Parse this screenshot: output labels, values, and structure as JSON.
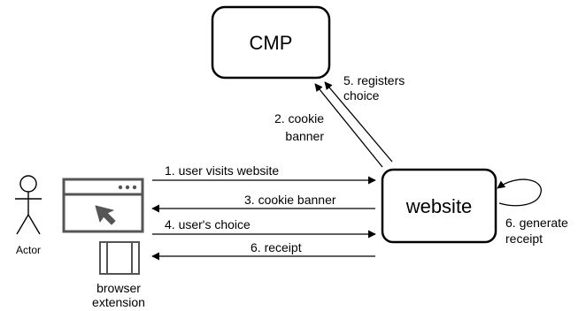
{
  "nodes": {
    "cmp": "CMP",
    "website": "website",
    "actor": "Actor",
    "browser_extension": [
      "browser",
      "extension"
    ]
  },
  "edges": {
    "cookie_banner_up": [
      "2. cookie",
      "banner"
    ],
    "registers_choice": [
      "5. registers",
      "choice"
    ],
    "user_visits": "1. user visits website",
    "cookie_banner": "3. cookie banner",
    "users_choice": "4. user's choice",
    "receipt": "6. receipt",
    "generate_receipt": [
      "6. generate",
      "receipt"
    ]
  },
  "icons": {
    "actor": "stick-figure-icon",
    "browser": "browser-window-icon",
    "cursor": "mouse-pointer-icon",
    "extension": "extension-panel-icon"
  }
}
